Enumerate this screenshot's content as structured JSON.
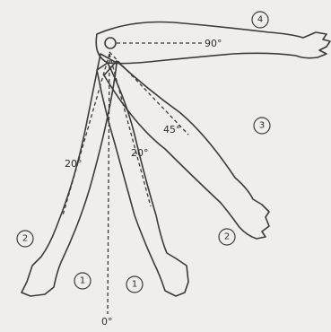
{
  "angles": {
    "deg_90": "90°",
    "deg_45": "45°",
    "deg_20_left": "20°",
    "deg_20_right": "20°",
    "deg_0": "0°"
  },
  "positions": {
    "p1": "1",
    "p1b": "1",
    "p2_left": "2",
    "p2_right": "2",
    "p3": "3",
    "p4": "4"
  }
}
